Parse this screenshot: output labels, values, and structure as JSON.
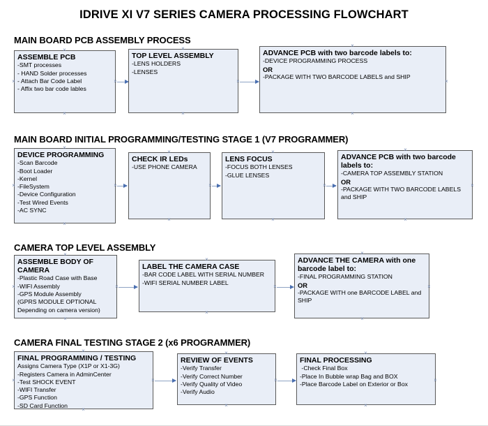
{
  "document": {
    "title": "IDRIVE XI V7 SERIES CAMERA PROCESSING FLOWCHART"
  },
  "sections": [
    {
      "id": "main-board-pcb-assembly-process",
      "heading": "MAIN BOARD PCB ASSEMBLY PROCESS",
      "nodes": [
        {
          "id": "assemble-pcb",
          "title": "ASSEMBLE PCB",
          "lines": [
            {
              "text": "-SMT processes",
              "bold": false
            },
            {
              "text": "- HAND Solder processes",
              "bold": false
            },
            {
              "text": "- Attach Bar Code Label",
              "bold": false
            },
            {
              "text": "- Affix two bar code lables",
              "bold": false
            }
          ]
        },
        {
          "id": "top-level-assembly",
          "title": "TOP LEVEL ASSEMBLY",
          "lines": [
            {
              "text": "-LENS HOLDERS",
              "bold": false
            },
            {
              "text": "-LENSES",
              "bold": false
            }
          ]
        },
        {
          "id": "advance-pcb-two-barcode-labels",
          "title": "ADVANCE PCB with two barcode labels to:",
          "lines": [
            {
              "text": "-DEVICE PROGRAMMING PROCESS",
              "bold": false
            },
            {
              "text": "OR",
              "bold": true
            },
            {
              "text": "-PACKAGE WITH TWO BARCODE LABELS and SHIP",
              "bold": false
            }
          ]
        }
      ]
    },
    {
      "id": "main-board-initial-programming-testing-stage-1",
      "heading": "MAIN BOARD INITIAL PROGRAMMING/TESTING STAGE 1 (V7 PROGRAMMER)",
      "nodes": [
        {
          "id": "device-programming",
          "title": "DEVICE PROGRAMMING",
          "lines": [
            {
              "text": "-Scan Barcode",
              "bold": false
            },
            {
              "text": "-Boot Loader",
              "bold": false
            },
            {
              "text": "-Kernel",
              "bold": false
            },
            {
              "text": "-FileSystem",
              "bold": false
            },
            {
              "text": "-Device Configuration",
              "bold": false
            },
            {
              "text": "-Test Wired Events",
              "bold": false
            },
            {
              "text": "-AC SYNC",
              "bold": false
            }
          ]
        },
        {
          "id": "check-ir-leds",
          "title": "CHECK IR LEDs",
          "lines": [
            {
              "text": "-USE PHONE CAMERA",
              "bold": false
            }
          ]
        },
        {
          "id": "lens-focus",
          "title": "LENS FOCUS",
          "lines": [
            {
              "text": "-FOCUS BOTH LENSES",
              "bold": false
            },
            {
              "text": "-GLUE LENSES",
              "bold": false
            }
          ]
        },
        {
          "id": "advance-pcb-camera-top-assembly",
          "title": "ADVANCE PCB with two barcode labels to:",
          "lines": [
            {
              "text": "-CAMERA TOP ASSEMBLY STATION",
              "bold": false
            },
            {
              "text": "OR",
              "bold": true
            },
            {
              "text": "-PACKAGE WITH TWO BARCODE LABELS and SHIP",
              "bold": false
            }
          ]
        }
      ]
    },
    {
      "id": "camera-top-level-assembly",
      "heading": "CAMERA TOP LEVEL ASSEMBLY",
      "nodes": [
        {
          "id": "assemble-body-of-camera",
          "title": "ASSEMBLE BODY OF CAMERA",
          "lines": [
            {
              "text": "-Plastic Road Case with Base",
              "bold": false
            },
            {
              "text": "-WIFI Assembly",
              "bold": false
            },
            {
              "text": "-GPS Module Assembly",
              "bold": false
            },
            {
              "text": "(GPRS MODULE OPTIONAL",
              "bold": false
            },
            {
              "text": "Depending on camera version)",
              "bold": false
            }
          ]
        },
        {
          "id": "label-the-camera-case",
          "title": "LABEL THE CAMERA CASE",
          "lines": [
            {
              "text": "-BAR CODE LABEL WITH SERIAL NUMBER",
              "bold": false
            },
            {
              "text": "-WIFI SERIAL NUMBER LABEL",
              "bold": false
            }
          ]
        },
        {
          "id": "advance-the-camera-one-barcode-label",
          "title": "ADVANCE THE CAMERA with one barcode label to:",
          "lines": [
            {
              "text": "-FINAL PROGRAMMING STATION",
              "bold": false
            },
            {
              "text": "OR",
              "bold": true
            },
            {
              "text": "-PACKAGE WITH one BARCODE LABEL and SHIP",
              "bold": false
            }
          ]
        }
      ]
    },
    {
      "id": "camera-final-testing-stage-2",
      "heading": "CAMERA FINAL TESTING STAGE 2 (x6 PROGRAMMER)",
      "nodes": [
        {
          "id": "final-programming-testing",
          "title": "FINAL PROGRAMMING / TESTING",
          "lines": [
            {
              "text": "Assigns Camera Type (X1P or X1-3G)",
              "bold": false
            },
            {
              "text": "-Registers Camera in AdminCenter",
              "bold": false
            },
            {
              "text": "-Test SHOCK EVENT",
              "bold": false
            },
            {
              "text": "-WIFI Transfer",
              "bold": false
            },
            {
              "text": "-GPS Function",
              "bold": false
            },
            {
              "text": "-SD Card Function",
              "bold": false
            }
          ]
        },
        {
          "id": "review-of-events",
          "title": "REVIEW OF EVENTS",
          "lines": [
            {
              "text": "-Verify Transfer",
              "bold": false
            },
            {
              "text": "-Verify Correct Number",
              "bold": false
            },
            {
              "text": "-Verify Quality of Video",
              "bold": false
            },
            {
              "text": "-Verify Audio",
              "bold": false
            }
          ]
        },
        {
          "id": "final-processing",
          "title": "FINAL PROCESSING",
          "lines": [
            {
              "text": " -Check Final Box",
              "bold": false
            },
            {
              "text": "-Place In Bubble wrap Bag and BOX",
              "bold": false
            },
            {
              "text": "-Place Barcode Label on Exterior or Box",
              "bold": false
            }
          ]
        }
      ]
    }
  ],
  "style": {
    "node_fill": "#e9eef7",
    "node_border": "#595959",
    "connector": "#8ea3c4",
    "arrowhead": "#4a6fb0",
    "text": "#000000",
    "background": "#ffffff"
  }
}
